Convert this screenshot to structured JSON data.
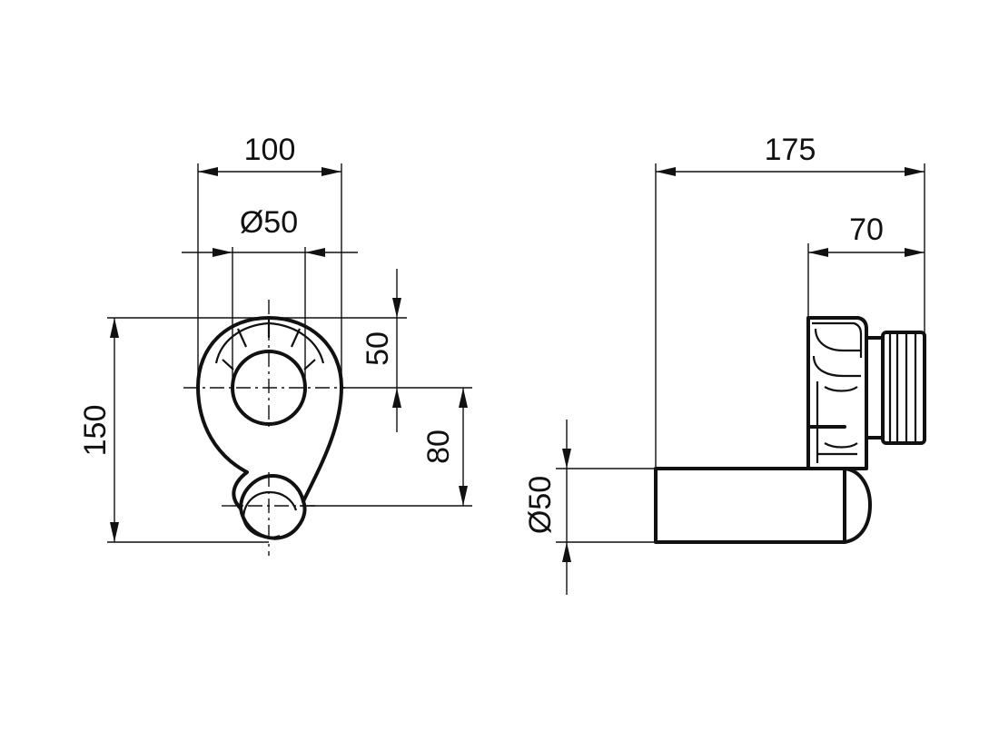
{
  "front_view": {
    "dim_width": "100",
    "dim_inlet_diameter": "Ø50",
    "dim_height": "150",
    "dim_upper": "50",
    "dim_lower": "80"
  },
  "side_view": {
    "dim_depth": "175",
    "dim_outlet_length": "70",
    "dim_outlet_diameter": "Ø50"
  },
  "colors": {
    "line": "#111111",
    "background": "#ffffff"
  }
}
